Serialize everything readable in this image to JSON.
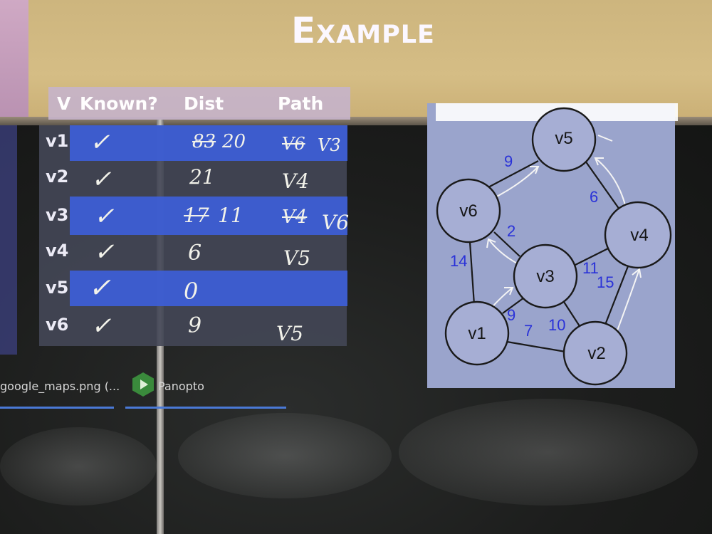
{
  "slide": {
    "title": "Example"
  },
  "table": {
    "headers": {
      "vertex": "V",
      "known": "Known?",
      "dist": "Dist",
      "path": "Path"
    },
    "rows": [
      {
        "vertex": "v1",
        "known": "✓",
        "dist_struck": "83",
        "dist": "20",
        "path_struck": "V6",
        "path": "V3"
      },
      {
        "vertex": "v2",
        "known": "✓",
        "dist_struck": "",
        "dist": "21",
        "path_struck": "",
        "path": "V4"
      },
      {
        "vertex": "v3",
        "known": "✓",
        "dist_struck": "17",
        "dist": "11",
        "path_struck": "V4",
        "path": "V6"
      },
      {
        "vertex": "v4",
        "known": "✓",
        "dist_struck": "",
        "dist": "6",
        "path_struck": "",
        "path": "V5"
      },
      {
        "vertex": "v5",
        "known": "✓",
        "dist_struck": "",
        "dist": "0",
        "path_struck": "",
        "path": ""
      },
      {
        "vertex": "v6",
        "known": "✓",
        "dist_struck": "",
        "dist": "9",
        "path_struck": "",
        "path": "V5"
      }
    ]
  },
  "graph": {
    "nodes": {
      "v1": "v1",
      "v2": "v2",
      "v3": "v3",
      "v4": "v4",
      "v5": "v5",
      "v6": "v6"
    },
    "edge_weights": {
      "v5_v6": "9",
      "v5_v4": "6",
      "v6_v3": "2",
      "v6_v1": "14",
      "v3_v4": "11",
      "v4_v2": "15",
      "v1_v3": "9",
      "v1_v2": "7",
      "v3_v2": "10"
    }
  },
  "taskbar": {
    "file_label": "google_maps.png (...",
    "app_label": "Panopto"
  },
  "colors": {
    "row_highlight": "#3d5ed8",
    "weight_text": "#2a32d8",
    "wall": "#d5bd85",
    "panopto_green": "#3a8a3c"
  }
}
